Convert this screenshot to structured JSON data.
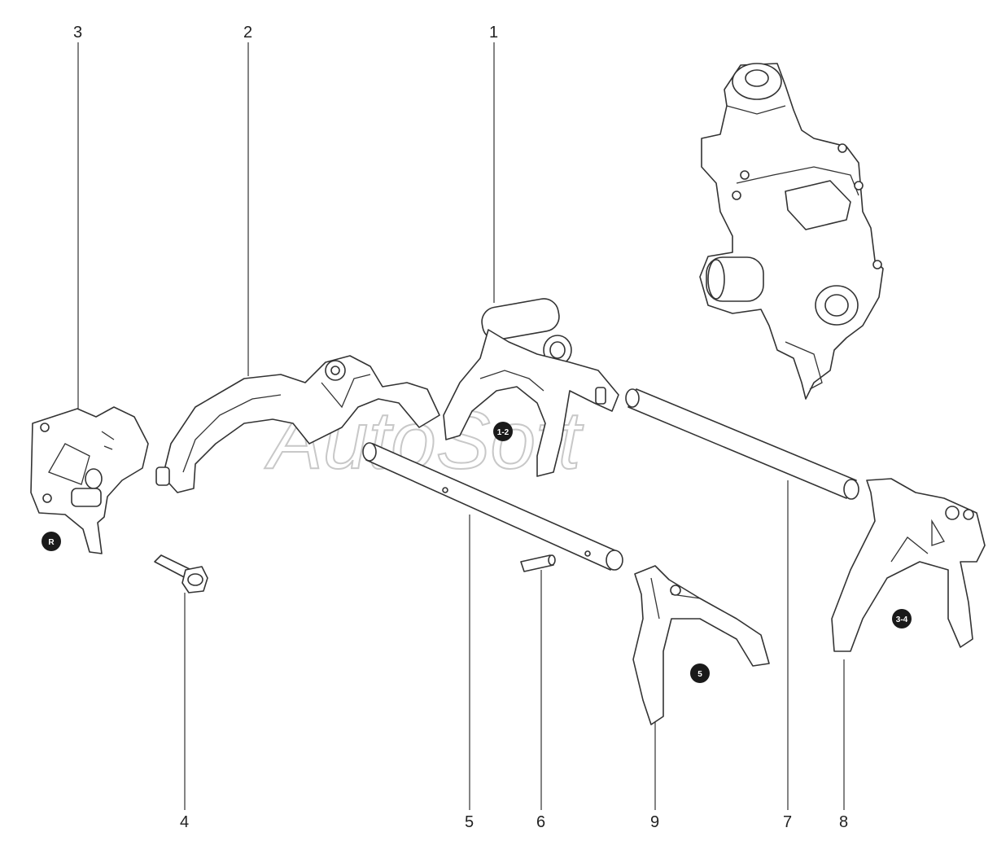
{
  "callouts": {
    "c1": "1",
    "c2": "2",
    "c3": "3",
    "c4": "4",
    "c5": "5",
    "c6": "6",
    "c7": "7",
    "c8": "8",
    "c9": "9"
  },
  "badges": {
    "reverse": "R",
    "fork_1_2": "1-2",
    "fork_5": "5",
    "fork_3_4": "3-4"
  },
  "watermark": "AutoSoft",
  "colors": {
    "line": "#333333",
    "badge": "#1a1a1a",
    "watermark": "#c8c8c8"
  }
}
